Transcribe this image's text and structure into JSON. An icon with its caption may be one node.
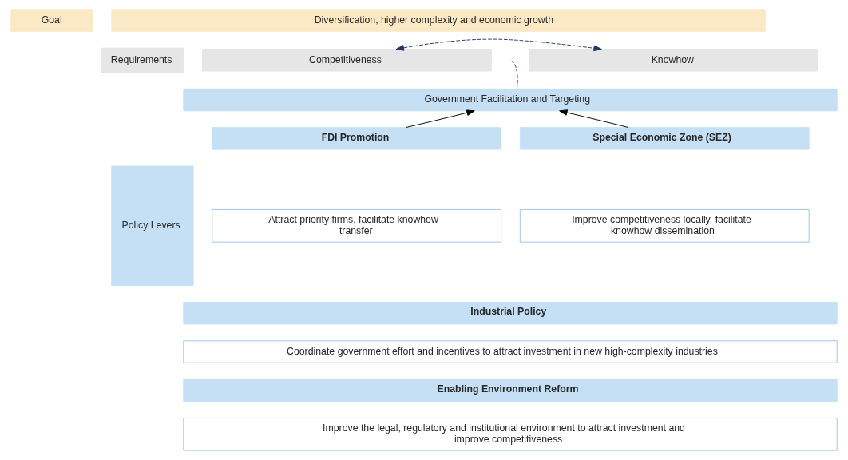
{
  "diagram": {
    "nodes": [
      {
        "text": [
          "Goal"
        ]
      },
      {
        "text": [
          "Diversification, higher complexity and economic growth"
        ]
      },
      {
        "text": [
          "Requirements"
        ]
      },
      {
        "text": [
          "Competitiveness"
        ]
      },
      {
        "text": [
          "Knowhow"
        ]
      },
      {
        "text": [
          "Policy Levers"
        ]
      },
      {
        "text": [
          "Government Facilitation and Targeting"
        ]
      },
      {
        "text": [
          "FDI Promotion"
        ]
      },
      {
        "text": [
          "Attract priority firms, facilitate knowhow transfer"
        ]
      },
      {
        "text": [
          "Special Economic Zone (SEZ)"
        ]
      },
      {
        "text": [
          "Improve competitiveness locally, facilitate knowhow dissemination"
        ]
      },
      {
        "text": [
          "Industrial Policy"
        ]
      },
      {
        "text": [
          "Coordinate government effort and incentives to attract investment in new high-complexity industries"
        ]
      },
      {
        "text": [
          "Enabling Environment Reform"
        ]
      },
      {
        "text": [
          "Improve the legal, regulatory and institutional environment to attract investment and improve competitiveness"
        ]
      }
    ],
    "edges": [
      {
        "from": 3,
        "to": 4,
        "arrow": "both",
        "style": "dashed",
        "color": "#1f3864"
      },
      {
        "from": 6,
        "to": null,
        "arrow": "none",
        "style": "dashed",
        "color": "#1f3864"
      },
      {
        "from": 7,
        "to": 6,
        "arrow": "to",
        "color": "#000000"
      },
      {
        "from": 9,
        "to": 6,
        "arrow": "to",
        "color": "#000000"
      }
    ]
  }
}
